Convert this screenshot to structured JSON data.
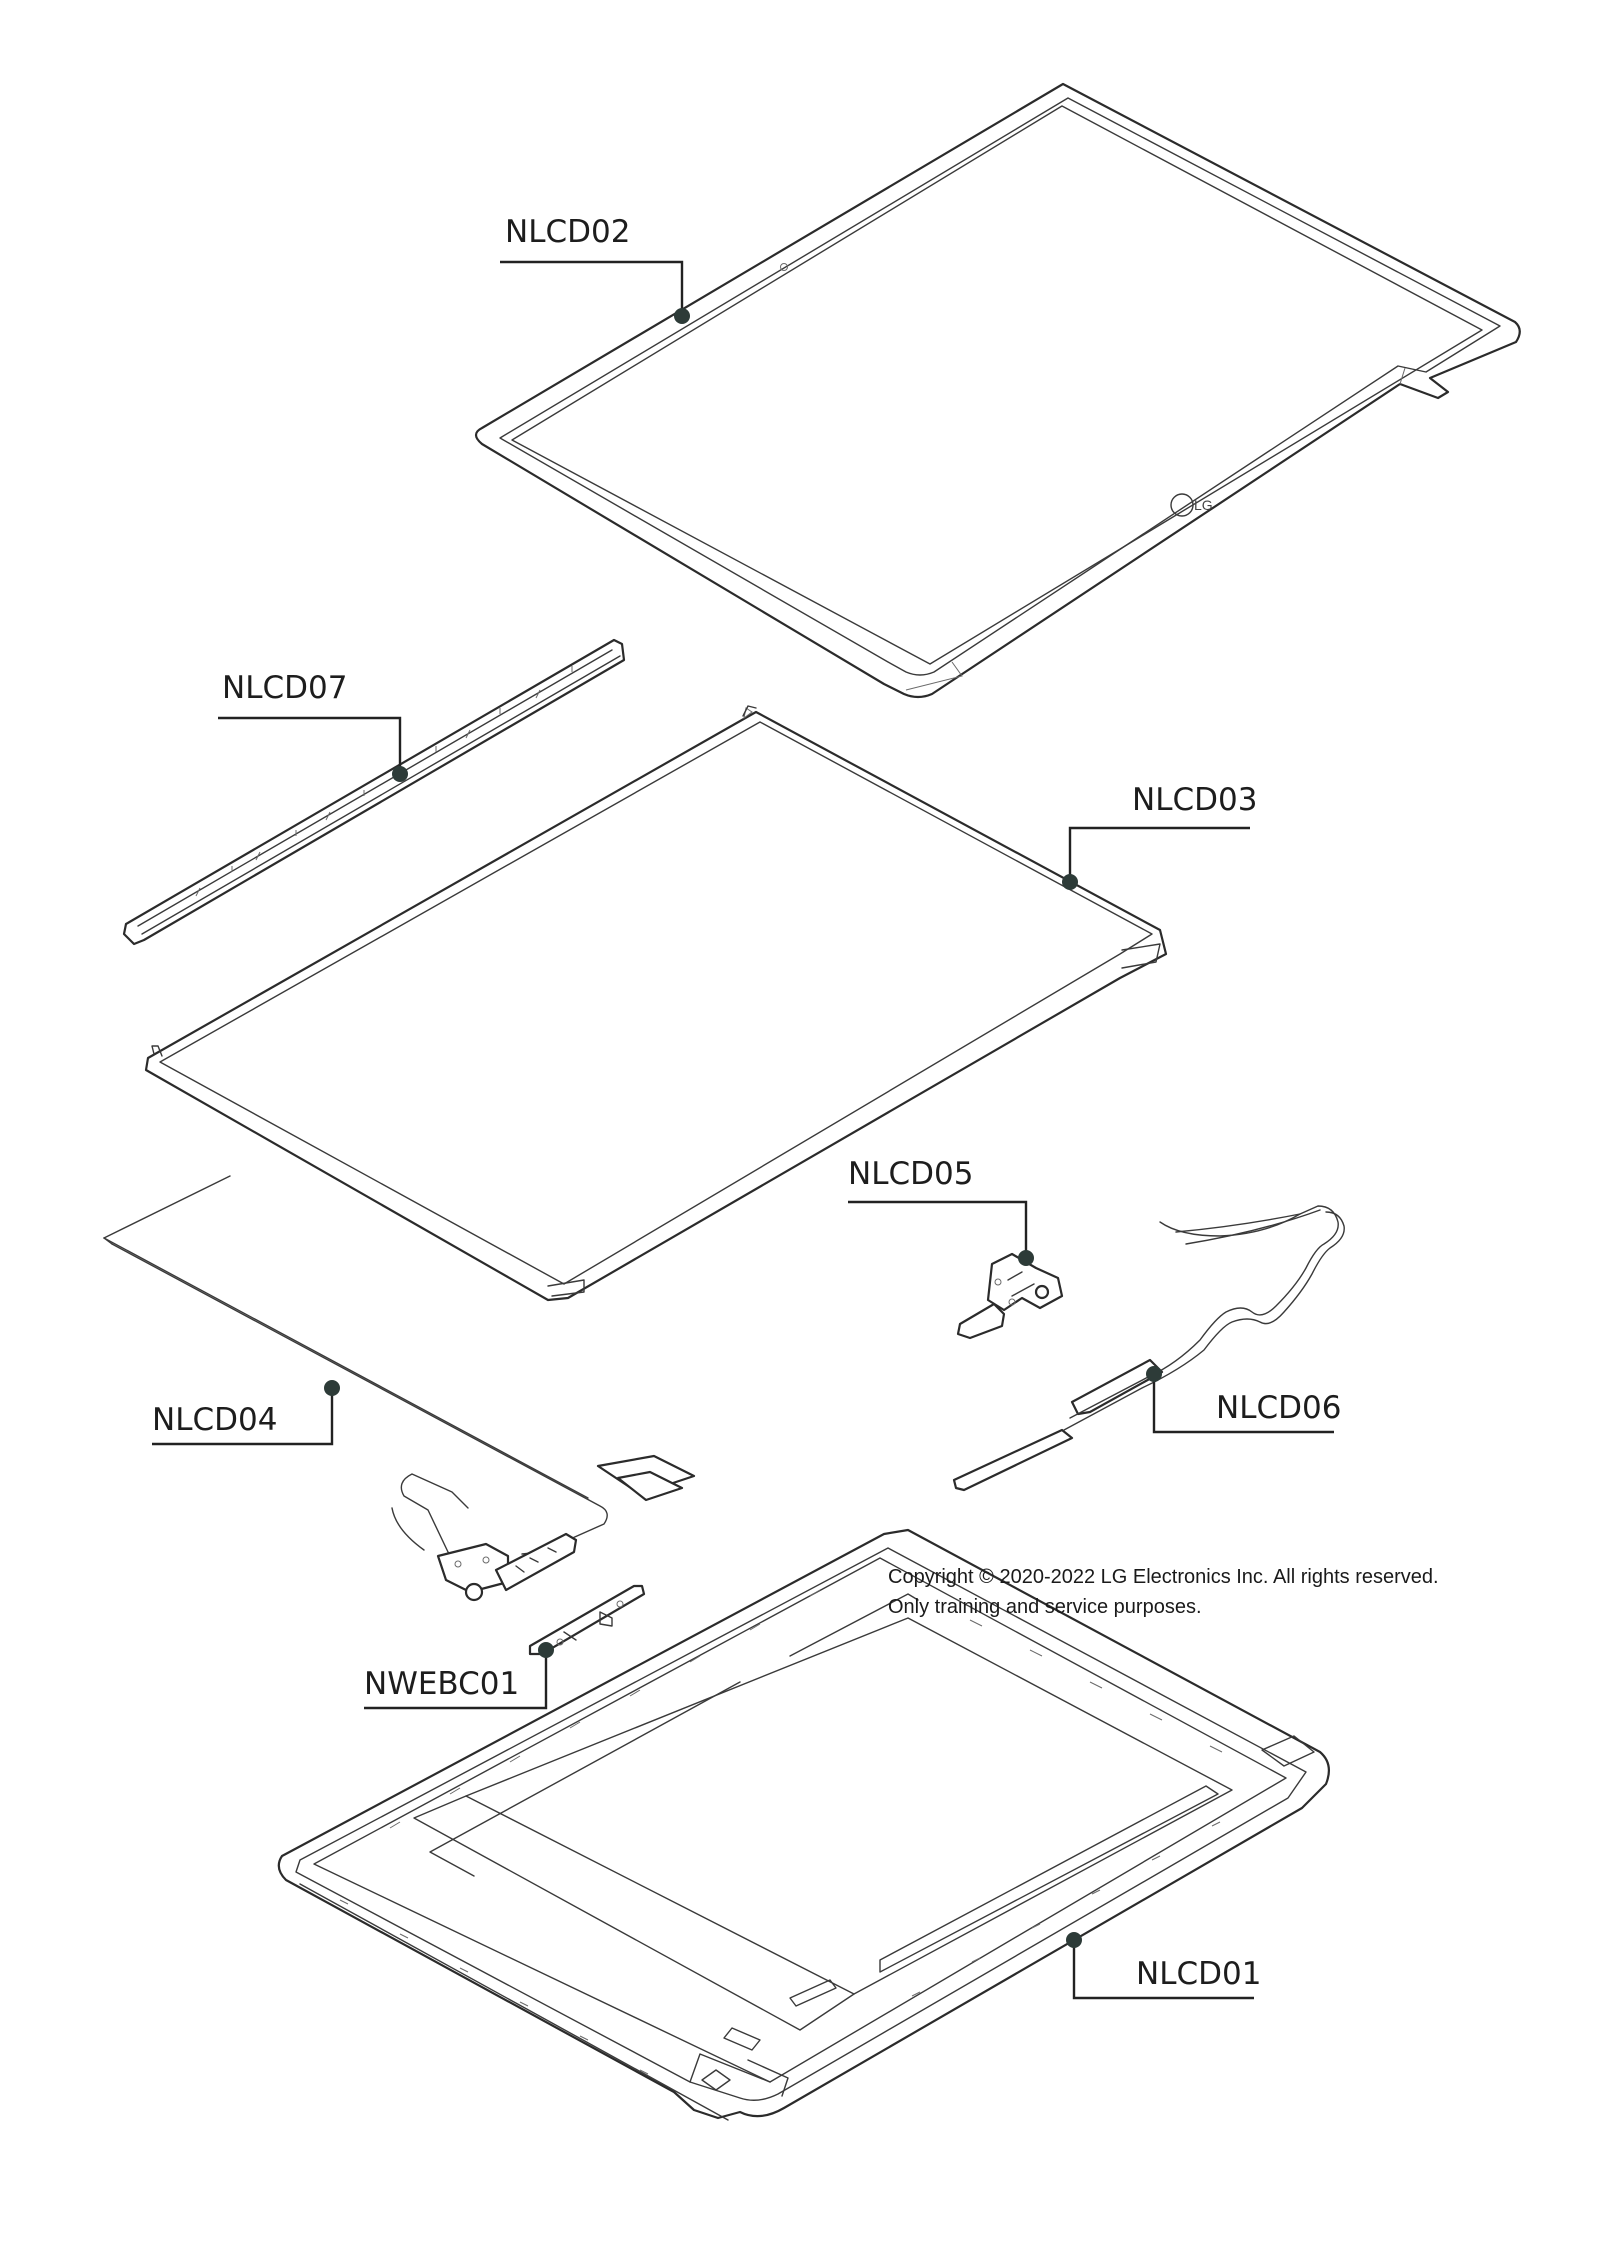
{
  "callouts": [
    {
      "id": "NLCD02",
      "label": "NLCD02"
    },
    {
      "id": "NLCD07",
      "label": "NLCD07"
    },
    {
      "id": "NLCD03",
      "label": "NLCD03"
    },
    {
      "id": "NLCD05",
      "label": "NLCD05"
    },
    {
      "id": "NLCD06",
      "label": "NLCD06"
    },
    {
      "id": "NLCD04",
      "label": "NLCD04"
    },
    {
      "id": "NWEBC01",
      "label": "NWEBC01"
    },
    {
      "id": "NLCD01",
      "label": "NLCD01"
    }
  ],
  "bezel_logo": "LG",
  "footer": {
    "line1": "Copyright © 2020-2022 LG Electronics Inc. All rights reserved.",
    "line2": "Only training and service purposes."
  },
  "colors": {
    "line": "#2b2b2b",
    "callout_dot": "#2d3b38",
    "background": "#ffffff"
  }
}
